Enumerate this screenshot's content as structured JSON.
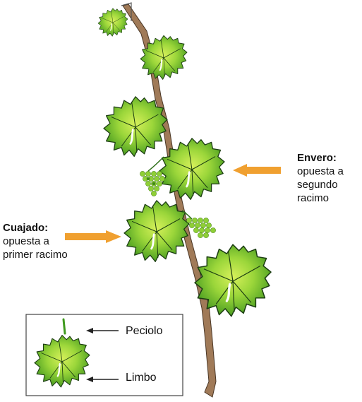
{
  "labels": {
    "envero": {
      "title": "Envero:",
      "line1": "opuesta a",
      "line2": "segundo",
      "line3": "racimo"
    },
    "cuajado": {
      "title": "Cuajado:",
      "line1": "opuesta a",
      "line2": "primer racimo"
    }
  },
  "legend": {
    "petiole": "Peciolo",
    "blade": "Limbo"
  },
  "colors": {
    "stem": "#9a7656",
    "leaf_light": "#c8ea4a",
    "leaf_dark": "#3f9a1e",
    "leaf_outline": "#1c3d12",
    "grape": "#8fcf36",
    "arrow": "#f0a030"
  }
}
